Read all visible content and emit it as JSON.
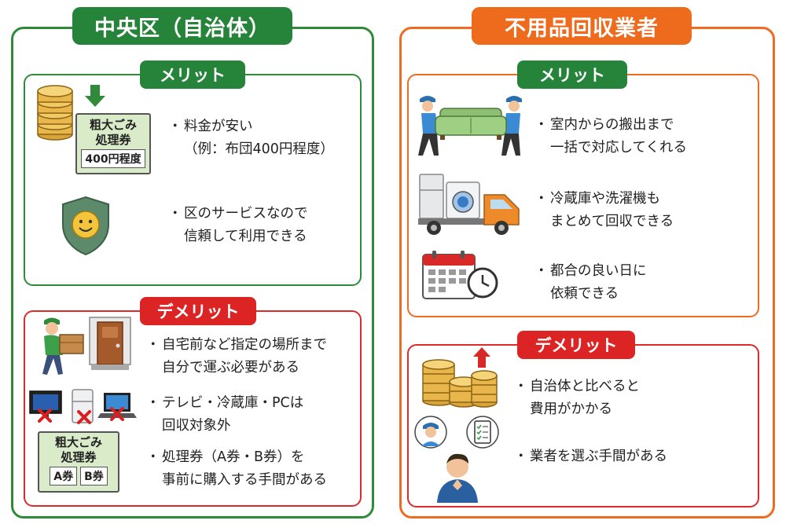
{
  "left": {
    "title": "中央区（自治体）",
    "merit": {
      "label": "メリット",
      "items": [
        {
          "lines": [
            "料金が安い",
            "（例：布団400円程度）"
          ]
        },
        {
          "lines": [
            "区のサービスなので",
            "信頼して利用できる"
          ]
        }
      ],
      "ticket": {
        "line1": "粗大ごみ",
        "line2": "処理券",
        "price": "400円程度"
      }
    },
    "demerit": {
      "label": "デメリット",
      "items": [
        {
          "lines": [
            "自宅前など指定の場所まで",
            "自分で運ぶ必要がある"
          ]
        },
        {
          "lines": [
            "テレビ・冷蔵庫・PCは",
            "回収対象外"
          ]
        },
        {
          "lines": [
            "処理券（A券・B券）を",
            "事前に購入する手間がある"
          ]
        }
      ],
      "ticket": {
        "line1": "粗大ごみ",
        "line2": "処理券",
        "a": "A券",
        "b": "B券"
      }
    }
  },
  "right": {
    "title": "不用品回収業者",
    "merit": {
      "label": "メリット",
      "items": [
        {
          "lines": [
            "室内からの搬出まで",
            "一括で対応してくれる"
          ]
        },
        {
          "lines": [
            "冷蔵庫や洗濯機も",
            "まとめて回収できる"
          ]
        },
        {
          "lines": [
            "都合の良い日に",
            "依頼できる"
          ]
        }
      ]
    },
    "demerit": {
      "label": "デメリット",
      "items": [
        {
          "lines": [
            "自治体と比べると",
            "費用がかかる"
          ]
        },
        {
          "lines": [
            "業者を選ぶ手間がある"
          ]
        }
      ]
    }
  },
  "bullet": "・",
  "icons": {
    "left_merit": [
      "coin-stack-icon",
      "down-arrow-icon",
      "ticket-icon",
      "smiley-shield-icon"
    ],
    "left_demerit": [
      "mover-with-box-icon",
      "door-icon",
      "tv-icon",
      "fridge-icon",
      "laptop-icon",
      "red-x-icon",
      "ticket-icon"
    ],
    "right_merit": [
      "movers-sofa-icon",
      "truck-with-appliances-icon",
      "calendar-clock-icon"
    ],
    "right_demerit": [
      "coin-stack-icon",
      "up-arrow-icon",
      "worker-thought-icon",
      "checklist-icon",
      "thinking-man-icon"
    ]
  },
  "colors": {
    "green": "#25843a",
    "orange": "#ee6a1d",
    "red": "#dd2424",
    "coin": "#e8b64a",
    "ticket": "#d9ebc9"
  }
}
